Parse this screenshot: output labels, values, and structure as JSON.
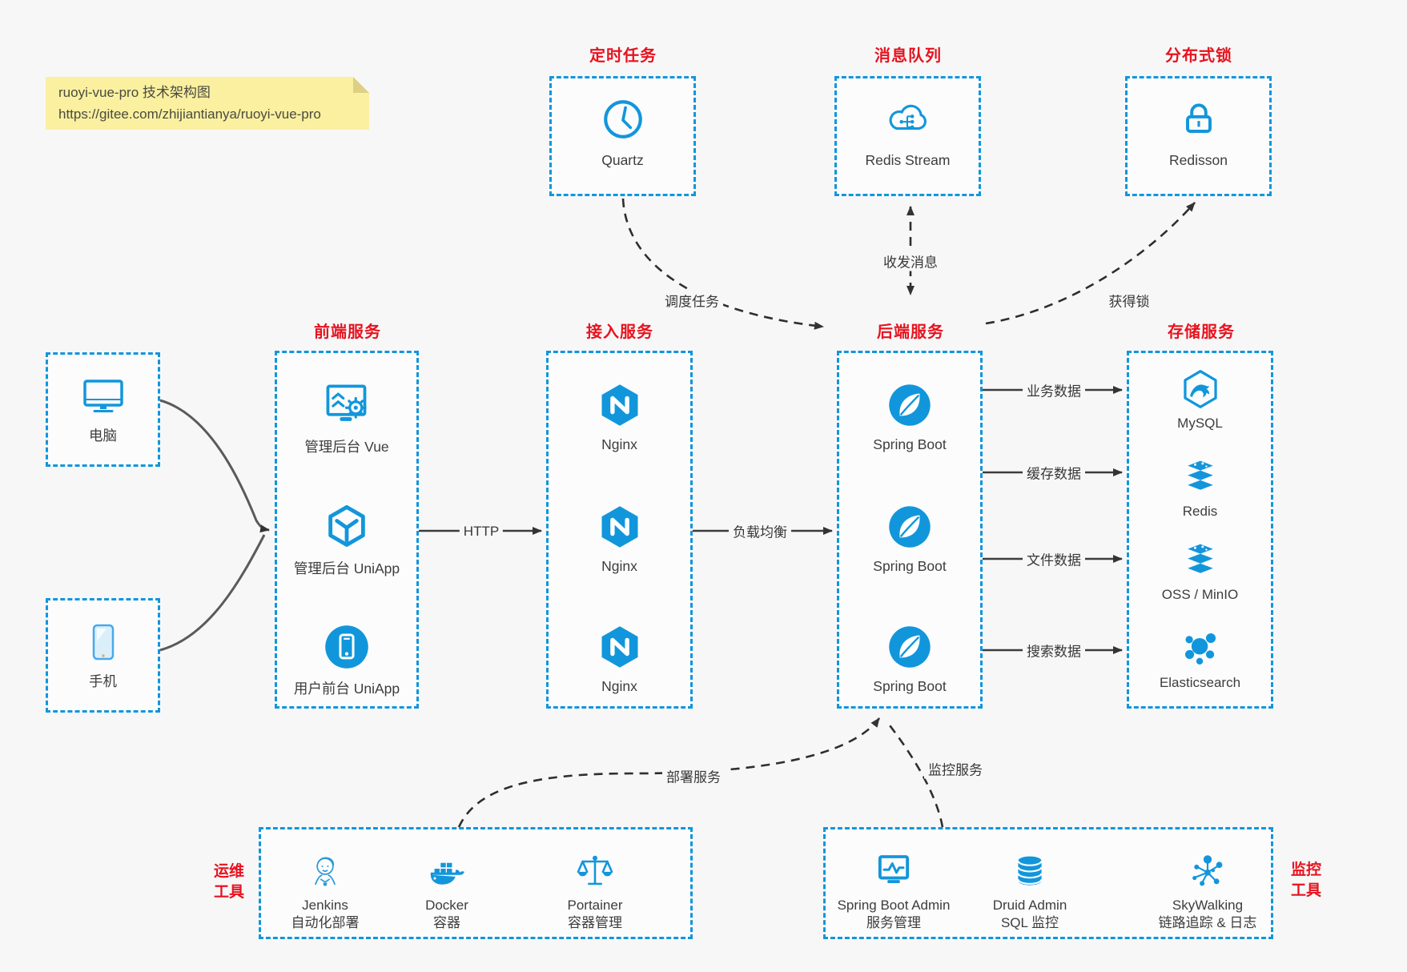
{
  "note": {
    "line1": "ruoyi-vue-pro 技术架构图",
    "line2": "https://gitee.com/zhijiantianya/ruoyi-vue-pro"
  },
  "colors": {
    "accent_blue": "#1296db",
    "title_red": "#e7131e",
    "canvas_bg": "#f7f7f8",
    "note_bg": "#faf0a0"
  },
  "top_groups": {
    "scheduled": {
      "title": "定时任务",
      "item": {
        "label": "Quartz",
        "icon": "clock-icon"
      }
    },
    "mq": {
      "title": "消息队列",
      "item": {
        "label": "Redis Stream",
        "icon": "cloud-stream-icon"
      }
    },
    "lock": {
      "title": "分布式锁",
      "item": {
        "label": "Redisson",
        "icon": "lock-icon"
      }
    }
  },
  "clients": {
    "pc": {
      "label": "电脑",
      "icon": "desktop-icon"
    },
    "mobile": {
      "label": "手机",
      "icon": "phone-icon"
    }
  },
  "columns": {
    "frontend": {
      "title": "前端服务",
      "items": [
        {
          "label": "管理后台 Vue",
          "icon": "admin-vue-icon"
        },
        {
          "label": "管理后台 UniApp",
          "icon": "uniapp-cube-icon"
        },
        {
          "label": "用户前台 UniApp",
          "icon": "user-app-icon"
        }
      ]
    },
    "gateway": {
      "title": "接入服务",
      "items": [
        {
          "label": "Nginx",
          "icon": "nginx-icon"
        },
        {
          "label": "Nginx",
          "icon": "nginx-icon"
        },
        {
          "label": "Nginx",
          "icon": "nginx-icon"
        }
      ]
    },
    "backend": {
      "title": "后端服务",
      "items": [
        {
          "label": "Spring Boot",
          "icon": "spring-boot-icon"
        },
        {
          "label": "Spring Boot",
          "icon": "spring-boot-icon"
        },
        {
          "label": "Spring Boot",
          "icon": "spring-boot-icon"
        }
      ]
    },
    "storage": {
      "title": "存储服务",
      "items": [
        {
          "label": "MySQL",
          "icon": "mysql-icon"
        },
        {
          "label": "Redis",
          "icon": "redis-stack-icon"
        },
        {
          "label": "OSS / MinIO",
          "icon": "oss-stack-icon"
        },
        {
          "label": "Elasticsearch",
          "icon": "elasticsearch-icon"
        }
      ]
    }
  },
  "bottom_groups": {
    "devops": {
      "title_line1": "运维",
      "title_line2": "工具",
      "items": [
        {
          "name": "Jenkins",
          "desc": "自动化部署",
          "icon": "jenkins-icon"
        },
        {
          "name": "Docker",
          "desc": "容器",
          "icon": "docker-whale-icon"
        },
        {
          "name": "Portainer",
          "desc": "容器管理",
          "icon": "portainer-scales-icon"
        }
      ]
    },
    "monitoring": {
      "title_line1": "监控",
      "title_line2": "工具",
      "items": [
        {
          "name": "Spring Boot Admin",
          "desc": "服务管理",
          "icon": "springboot-admin-icon"
        },
        {
          "name": "Druid Admin",
          "desc": "SQL 监控",
          "icon": "druid-database-icon"
        },
        {
          "name": "SkyWalking",
          "desc": "链路追踪 & 日志",
          "icon": "skywalking-icon"
        }
      ]
    }
  },
  "edge_labels": {
    "http": "HTTP",
    "load_balance": "负载均衡",
    "schedule": "调度任务",
    "message": "收发消息",
    "acquire_lock": "获得锁",
    "business_data": "业务数据",
    "cache_data": "缓存数据",
    "file_data": "文件数据",
    "search_data": "搜索数据",
    "deploy": "部署服务",
    "monitor": "监控服务"
  }
}
